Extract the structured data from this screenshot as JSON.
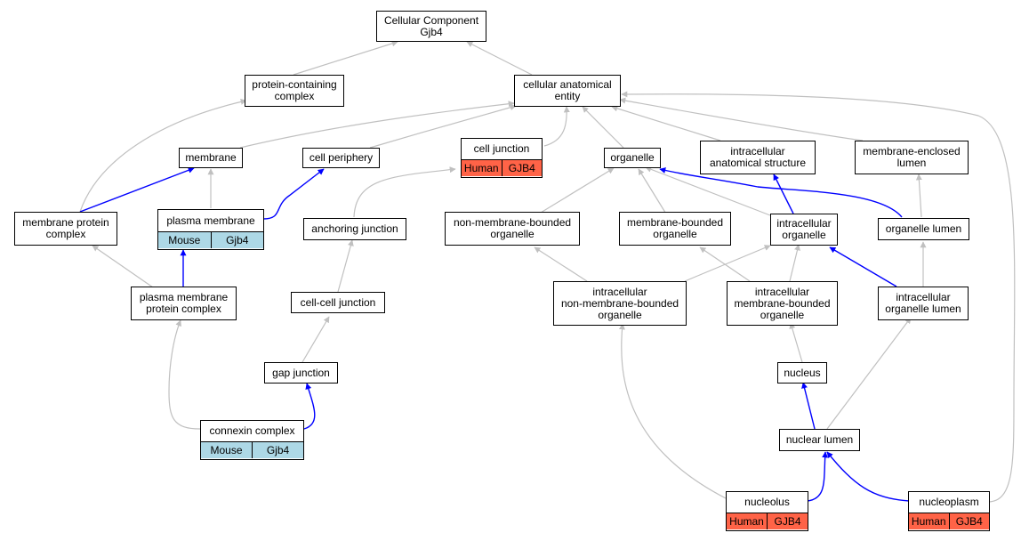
{
  "colors": {
    "is_a_edge": "#c0c0c0",
    "part_of_edge": "#0000ff",
    "mouse_annotation": "#add8e6",
    "human_annotation": "#ff6347"
  },
  "nodes": {
    "root": {
      "label": "Cellular Component\nGjb4"
    },
    "protein_complex": {
      "label": "protein-containing\ncomplex"
    },
    "cae": {
      "label": "cellular anatomical\nentity"
    },
    "membrane": {
      "label": "membrane"
    },
    "cell_periphery": {
      "label": "cell periphery"
    },
    "cell_junction": {
      "label": "cell junction",
      "species": "Human",
      "gene": "GJB4"
    },
    "organelle": {
      "label": "organelle"
    },
    "ias": {
      "label": "intracellular\nanatomical structure"
    },
    "mel": {
      "label": "membrane-enclosed\nlumen"
    },
    "mpc": {
      "label": "membrane protein\ncomplex"
    },
    "plasma_membrane": {
      "label": "plasma membrane",
      "species": "Mouse",
      "gene": "Gjb4"
    },
    "anchoring_junction": {
      "label": "anchoring junction"
    },
    "nmbo": {
      "label": "non-membrane-bounded\norganelle"
    },
    "mbo": {
      "label": "membrane-bounded\norganelle"
    },
    "io": {
      "label": "intracellular\norganelle"
    },
    "organelle_lumen": {
      "label": "organelle lumen"
    },
    "pmpc": {
      "label": "plasma membrane\nprotein complex"
    },
    "ccj": {
      "label": "cell-cell junction"
    },
    "inmbo": {
      "label": "intracellular\nnon-membrane-bounded\norganelle"
    },
    "imbo": {
      "label": "intracellular\nmembrane-bounded\norganelle"
    },
    "iol": {
      "label": "intracellular\norganelle lumen"
    },
    "gap_junction": {
      "label": "gap junction"
    },
    "nucleus": {
      "label": "nucleus"
    },
    "connexin": {
      "label": "connexin complex",
      "species": "Mouse",
      "gene": "Gjb4"
    },
    "nuclear_lumen": {
      "label": "nuclear lumen"
    },
    "nucleolus": {
      "label": "nucleolus",
      "species": "Human",
      "gene": "GJB4"
    },
    "nucleoplasm": {
      "label": "nucleoplasm",
      "species": "Human",
      "gene": "GJB4"
    }
  },
  "edges": [
    {
      "from": "protein_complex",
      "to": "root",
      "type": "is_a"
    },
    {
      "from": "cae",
      "to": "root",
      "type": "is_a"
    },
    {
      "from": "membrane",
      "to": "cae",
      "type": "is_a"
    },
    {
      "from": "cell_periphery",
      "to": "cae",
      "type": "is_a"
    },
    {
      "from": "cell_junction",
      "to": "cae",
      "type": "is_a"
    },
    {
      "from": "organelle",
      "to": "cae",
      "type": "is_a"
    },
    {
      "from": "ias",
      "to": "cae",
      "type": "is_a"
    },
    {
      "from": "mel",
      "to": "cae",
      "type": "is_a"
    },
    {
      "from": "nucleoplasm",
      "to": "cae",
      "type": "is_a"
    },
    {
      "from": "mpc",
      "to": "protein_complex",
      "type": "is_a"
    },
    {
      "from": "mpc",
      "to": "membrane",
      "type": "part_of"
    },
    {
      "from": "plasma_membrane",
      "to": "membrane",
      "type": "is_a"
    },
    {
      "from": "plasma_membrane",
      "to": "cell_periphery",
      "type": "part_of"
    },
    {
      "from": "anchoring_junction",
      "to": "cell_junction",
      "type": "is_a"
    },
    {
      "from": "nmbo",
      "to": "organelle",
      "type": "is_a"
    },
    {
      "from": "mbo",
      "to": "organelle",
      "type": "is_a"
    },
    {
      "from": "io",
      "to": "organelle",
      "type": "is_a"
    },
    {
      "from": "io",
      "to": "ias",
      "type": "part_of"
    },
    {
      "from": "organelle_lumen",
      "to": "organelle",
      "type": "part_of"
    },
    {
      "from": "organelle_lumen",
      "to": "mel",
      "type": "is_a"
    },
    {
      "from": "pmpc",
      "to": "mpc",
      "type": "is_a"
    },
    {
      "from": "pmpc",
      "to": "plasma_membrane",
      "type": "part_of"
    },
    {
      "from": "ccj",
      "to": "anchoring_junction",
      "type": "is_a"
    },
    {
      "from": "inmbo",
      "to": "nmbo",
      "type": "is_a"
    },
    {
      "from": "inmbo",
      "to": "io",
      "type": "is_a"
    },
    {
      "from": "imbo",
      "to": "mbo",
      "type": "is_a"
    },
    {
      "from": "imbo",
      "to": "io",
      "type": "is_a"
    },
    {
      "from": "iol",
      "to": "io",
      "type": "part_of"
    },
    {
      "from": "iol",
      "to": "organelle_lumen",
      "type": "is_a"
    },
    {
      "from": "gap_junction",
      "to": "ccj",
      "type": "is_a"
    },
    {
      "from": "nucleus",
      "to": "imbo",
      "type": "is_a"
    },
    {
      "from": "connexin",
      "to": "pmpc",
      "type": "is_a"
    },
    {
      "from": "connexin",
      "to": "gap_junction",
      "type": "part_of"
    },
    {
      "from": "nuclear_lumen",
      "to": "nucleus",
      "type": "part_of"
    },
    {
      "from": "nuclear_lumen",
      "to": "iol",
      "type": "is_a"
    },
    {
      "from": "nucleolus",
      "to": "nuclear_lumen",
      "type": "part_of"
    },
    {
      "from": "nucleolus",
      "to": "inmbo",
      "type": "is_a"
    },
    {
      "from": "nucleoplasm",
      "to": "nuclear_lumen",
      "type": "part_of"
    }
  ]
}
